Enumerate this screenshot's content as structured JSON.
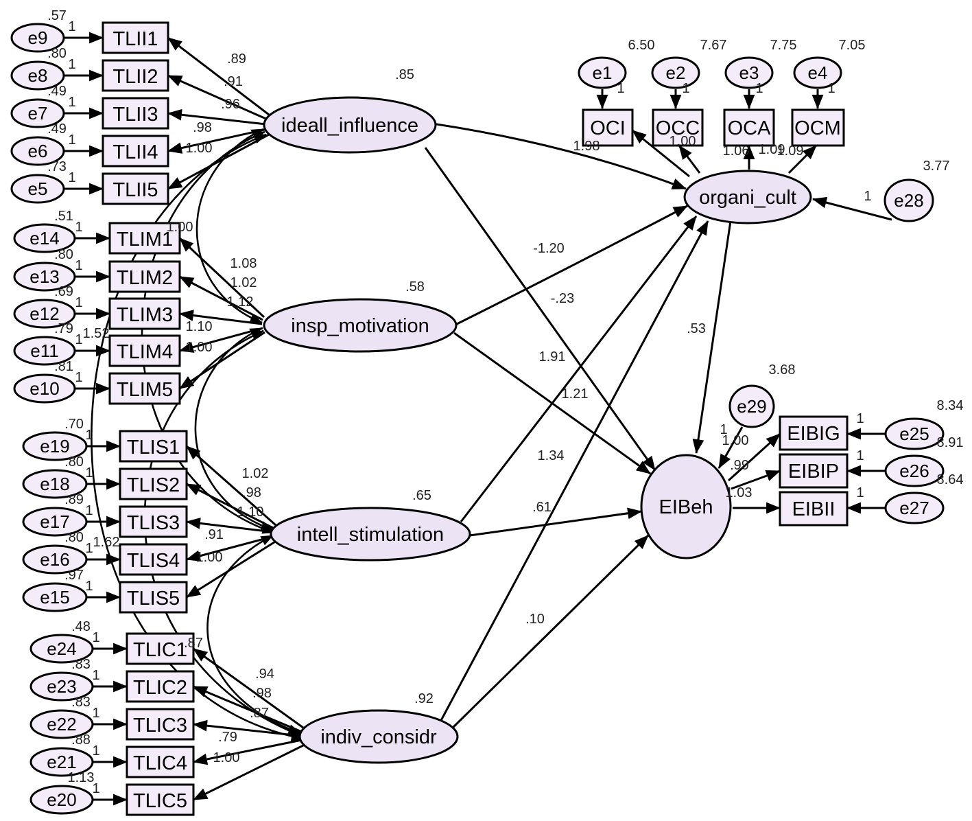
{
  "latents": [
    {
      "id": "II",
      "label": "ideall_influence",
      "value": ".85"
    },
    {
      "id": "IM",
      "label": "insp_motivation",
      "value": ".58"
    },
    {
      "id": "IS",
      "label": "intell_stimulation",
      "value": ".65"
    },
    {
      "id": "IC",
      "label": "indiv_considr",
      "value": ".92"
    },
    {
      "id": "OC",
      "label": "organi_cult",
      "value": ""
    },
    {
      "id": "EI",
      "label": "EIBeh",
      "value": ""
    }
  ],
  "indicators": [
    {
      "label": "TLII1",
      "error": "e9",
      "variance": ".57",
      "weight": "1"
    },
    {
      "label": "TLII2",
      "error": "e8",
      "variance": ".80",
      "weight": "1"
    },
    {
      "label": "TLII3",
      "error": "e7",
      "variance": ".49",
      "weight": "1"
    },
    {
      "label": "TLII4",
      "error": "e6",
      "variance": ".49",
      "weight": "1"
    },
    {
      "label": "TLII5",
      "error": "e5",
      "variance": ".73",
      "weight": "1"
    },
    {
      "label": "TLIM1",
      "error": "e14",
      "variance": ".51",
      "weight": "1"
    },
    {
      "label": "TLIM2",
      "error": "e13",
      "variance": ".80",
      "weight": "1"
    },
    {
      "label": "TLIM3",
      "error": "e12",
      "variance": ".69",
      "weight": "1"
    },
    {
      "label": "TLIM4",
      "error": "e11",
      "variance": ".79",
      "weight": "1"
    },
    {
      "label": "TLIM5",
      "error": "e10",
      "variance": ".81",
      "weight": "1"
    },
    {
      "label": "TLIS1",
      "error": "e19",
      "variance": ".70",
      "weight": "1"
    },
    {
      "label": "TLIS2",
      "error": "e18",
      "variance": ".80",
      "weight": "1"
    },
    {
      "label": "TLIS3",
      "error": "e17",
      "variance": ".89",
      "weight": "1"
    },
    {
      "label": "TLIS4",
      "error": "e16",
      "variance": ".80",
      "weight": "1"
    },
    {
      "label": "TLIS5",
      "error": "e15",
      "variance": ".97",
      "weight": "1"
    },
    {
      "label": "TLIC1",
      "error": "e24",
      "variance": ".48",
      "weight": "1"
    },
    {
      "label": "TLIC2",
      "error": "e23",
      "variance": ".83",
      "weight": "1"
    },
    {
      "label": "TLIC3",
      "error": "e22",
      "variance": ".83",
      "weight": "1"
    },
    {
      "label": "TLIC4",
      "error": "e21",
      "variance": ".88",
      "weight": "1"
    },
    {
      "label": "TLIC5",
      "error": "e20",
      "variance": "1.13",
      "weight": "1"
    },
    {
      "label": "OCI",
      "error": "e1",
      "variance": "6.50",
      "weight": "1"
    },
    {
      "label": "OCC",
      "error": "e2",
      "variance": "7.67",
      "weight": "1"
    },
    {
      "label": "OCA",
      "error": "e3",
      "variance": "7.75",
      "weight": "1"
    },
    {
      "label": "OCM",
      "error": "e4",
      "variance": "7.05",
      "weight": "1"
    },
    {
      "label": "EIBIG",
      "error": "e25",
      "variance": "8.34",
      "weight": "1"
    },
    {
      "label": "EIBIP",
      "error": "e26",
      "variance": "8.91",
      "weight": "1"
    },
    {
      "label": "EIBII",
      "error": "e27",
      "variance": "8.64",
      "weight": "1"
    }
  ],
  "disturbances": [
    {
      "label": "e28",
      "variance": "3.77",
      "weight": "1"
    },
    {
      "label": "e29",
      "variance": "3.68",
      "weight": "1"
    }
  ],
  "loadings": {
    "II": [
      ".89",
      ".91",
      ".96",
      ".98",
      "1.00"
    ],
    "IM": [
      "1.00",
      "1.08",
      "1.02",
      "1.12",
      "1.10",
      "1.00"
    ],
    "IS": [
      "1.02",
      ".98",
      "1.10",
      ".91",
      "1.00"
    ],
    "IC": [
      ".87",
      ".94",
      ".98",
      ".87",
      ".79",
      "1.00"
    ],
    "OC": [
      "1.98",
      "1.00",
      "1.06",
      "1.09",
      "1.09"
    ],
    "EI": [
      "1.00",
      ".99",
      "1.03"
    ]
  },
  "paths": [
    "-1.20",
    "-.23",
    "1.91",
    "1.21",
    "1.34",
    ".61",
    ".10",
    ".53",
    "1",
    "1"
  ],
  "extra_labels": [
    "1.52",
    "1.62",
    "1.00",
    "1.00"
  ]
}
